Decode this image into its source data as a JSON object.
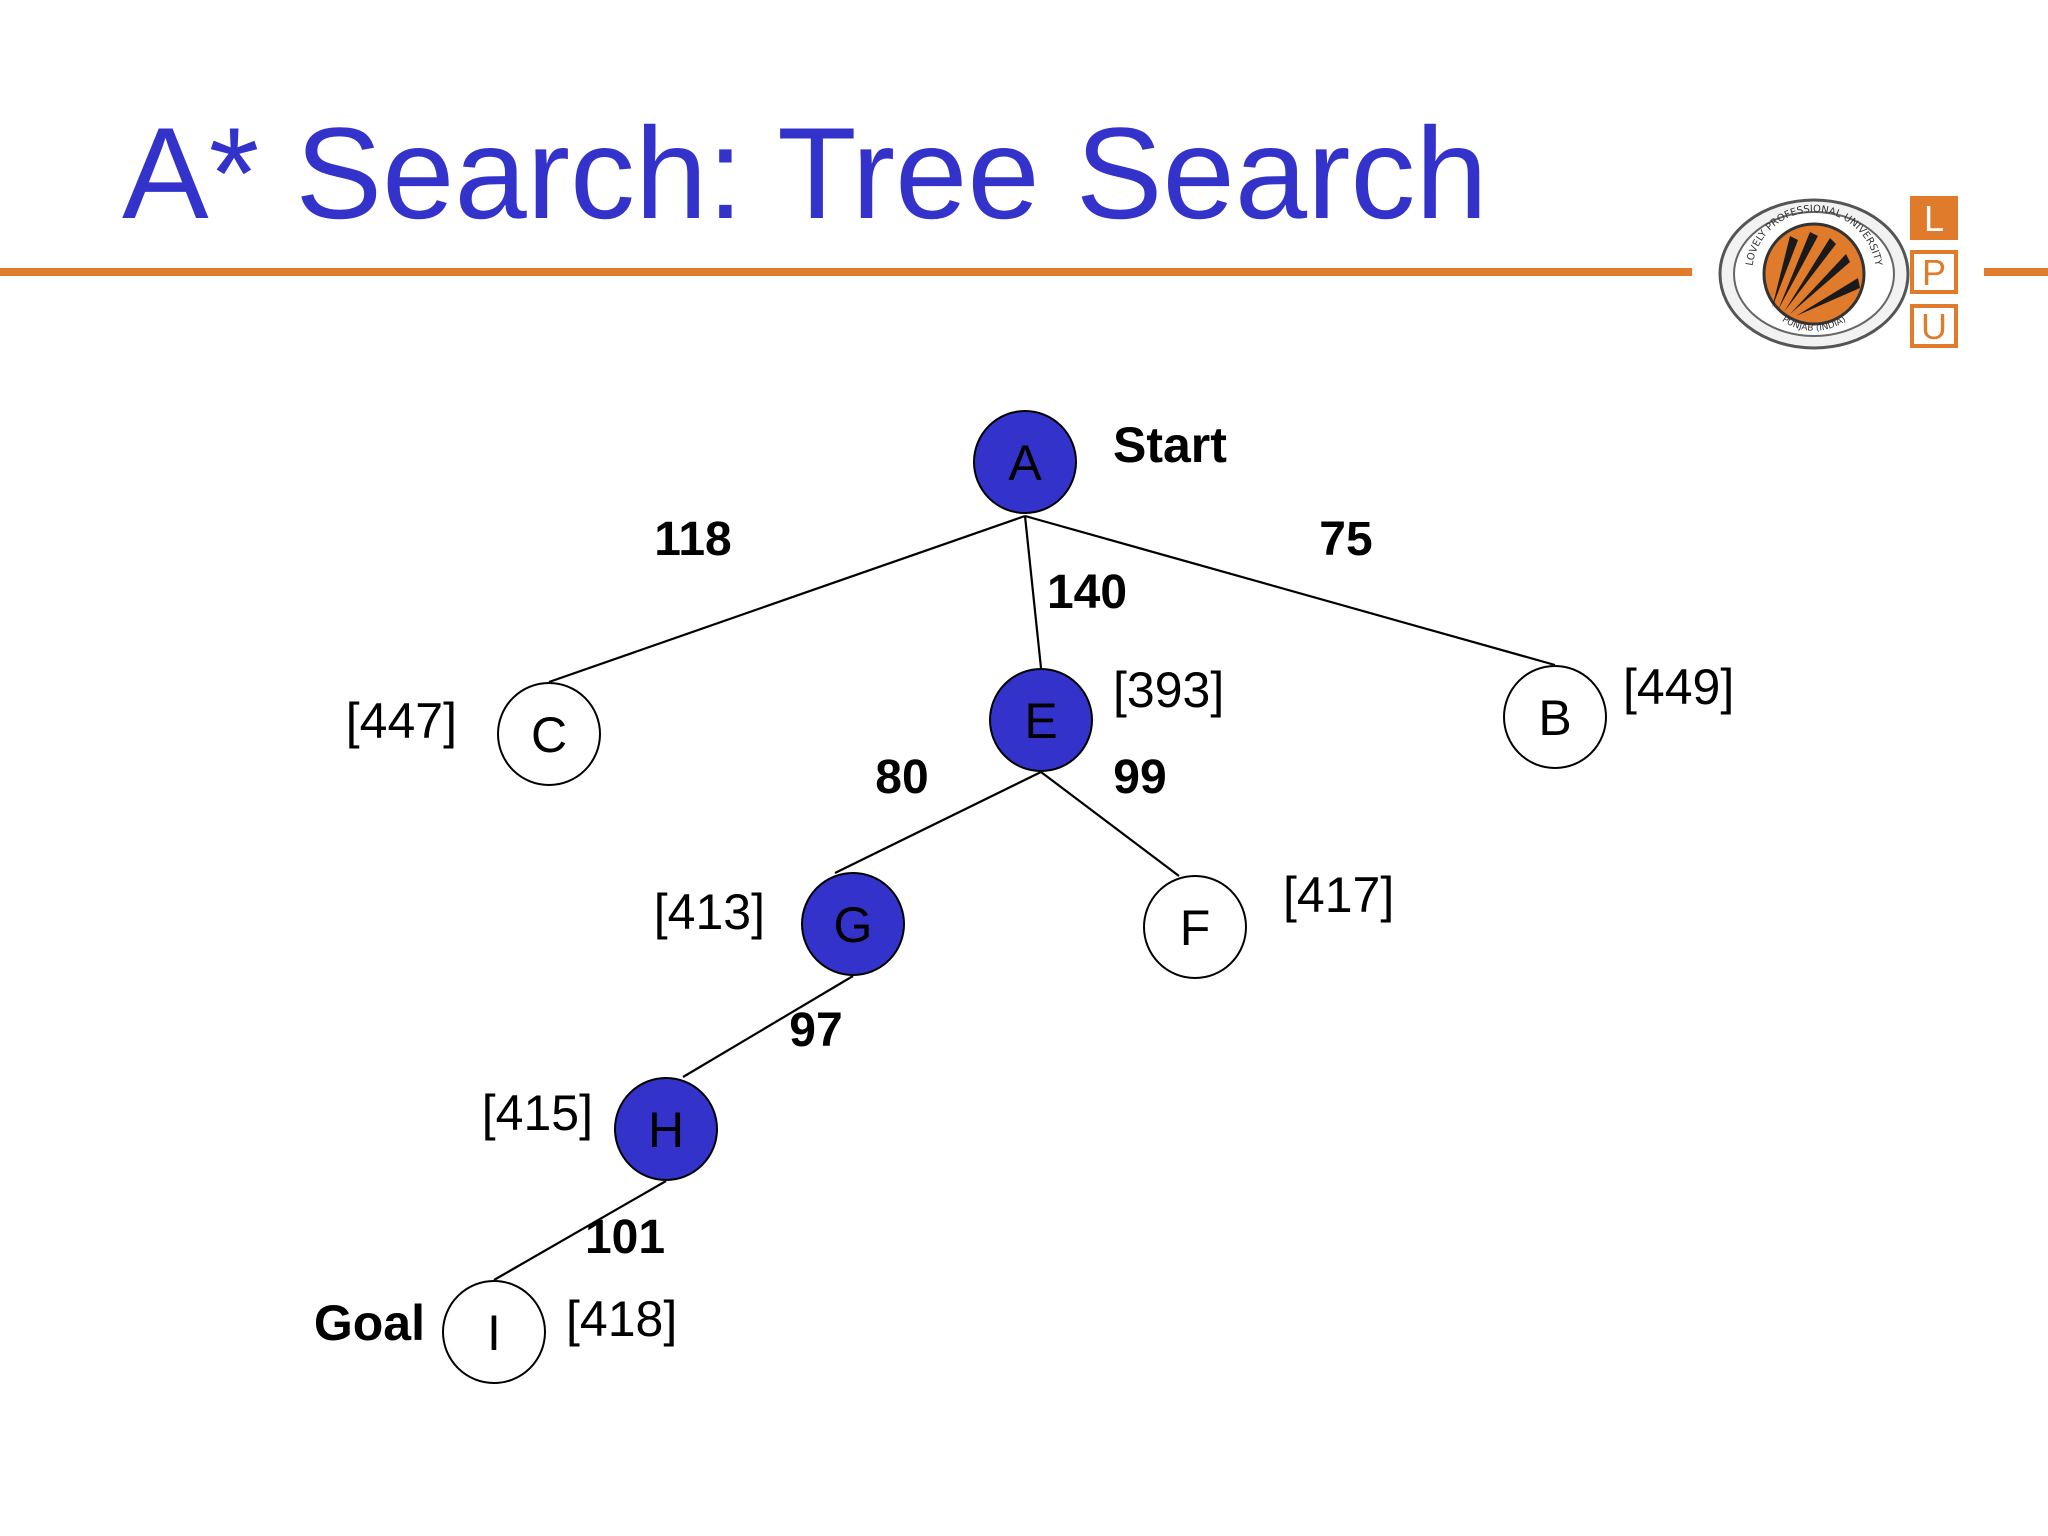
{
  "slide": {
    "title": "A* Search: Tree Search"
  },
  "brand": {
    "logo_icon": "university-seal-icon",
    "seal_top_text": "LOVELY PROFESSIONAL UNIVERSITY",
    "seal_bottom_text": "PUNJAB (INDIA)",
    "letters": [
      "L",
      "P",
      "U"
    ]
  },
  "colors": {
    "title": "#3333cc",
    "rule": "#e07b2c",
    "expanded_node": "#3333cc",
    "open_node": "#ffffff",
    "edge": "#000000"
  },
  "diagram": {
    "nodes": [
      {
        "id": "A",
        "label": "A",
        "expanded": true,
        "cost": "",
        "role": "Start"
      },
      {
        "id": "C",
        "label": "C",
        "expanded": false,
        "cost": "[447]",
        "role": ""
      },
      {
        "id": "E",
        "label": "E",
        "expanded": true,
        "cost": "[393]",
        "role": ""
      },
      {
        "id": "B",
        "label": "B",
        "expanded": false,
        "cost": "[449]",
        "role": ""
      },
      {
        "id": "G",
        "label": "G",
        "expanded": true,
        "cost": "[413]",
        "role": ""
      },
      {
        "id": "F",
        "label": "F",
        "expanded": false,
        "cost": "[417]",
        "role": ""
      },
      {
        "id": "H",
        "label": "H",
        "expanded": true,
        "cost": "[415]",
        "role": ""
      },
      {
        "id": "I",
        "label": "I",
        "expanded": false,
        "cost": "[418]",
        "role": "Goal"
      }
    ],
    "edges": [
      {
        "from": "A",
        "to": "C",
        "weight": "118"
      },
      {
        "from": "A",
        "to": "E",
        "weight": "140"
      },
      {
        "from": "A",
        "to": "B",
        "weight": "75"
      },
      {
        "from": "E",
        "to": "G",
        "weight": "80"
      },
      {
        "from": "E",
        "to": "F",
        "weight": "99"
      },
      {
        "from": "G",
        "to": "H",
        "weight": "97"
      },
      {
        "from": "H",
        "to": "I",
        "weight": "101"
      }
    ]
  }
}
